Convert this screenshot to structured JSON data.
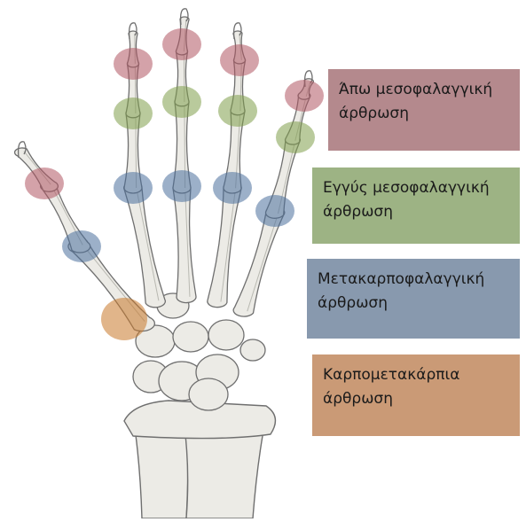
{
  "legend": [
    {
      "label": "Άπω μεσοφαλαγγική άρθρωση",
      "line1": "Άπω μεσοφαλαγγική",
      "line2": "άρθρωση",
      "color": "#b4898d"
    },
    {
      "label": "Εγγύς μεσοφαλαγγική άρθρωση",
      "line1": "Εγγύς μεσοφαλαγγική",
      "line2": "άρθρωση",
      "color": "#9db384"
    },
    {
      "label": "Μετακαρποφαλαγγική άρθρωση",
      "line1": "Μετακαρποφαλαγγική",
      "line2": "άρθρωση",
      "color": "#8899ae"
    },
    {
      "label": "Καρπομετακάρπια άρθρωση",
      "line1": "Καρπομετακάρπια",
      "line2": "άρθρωση",
      "color": "#ca9a76"
    }
  ],
  "joint_colors": {
    "distal": "#b05563",
    "proximal": "#7f9e4a",
    "mcp": "#4a6f9c",
    "cmc": "#c8792a"
  },
  "bone_colors": {
    "fill": "#ecebe6",
    "stroke": "#6f6f6f",
    "shade": "#b9b9b2"
  }
}
